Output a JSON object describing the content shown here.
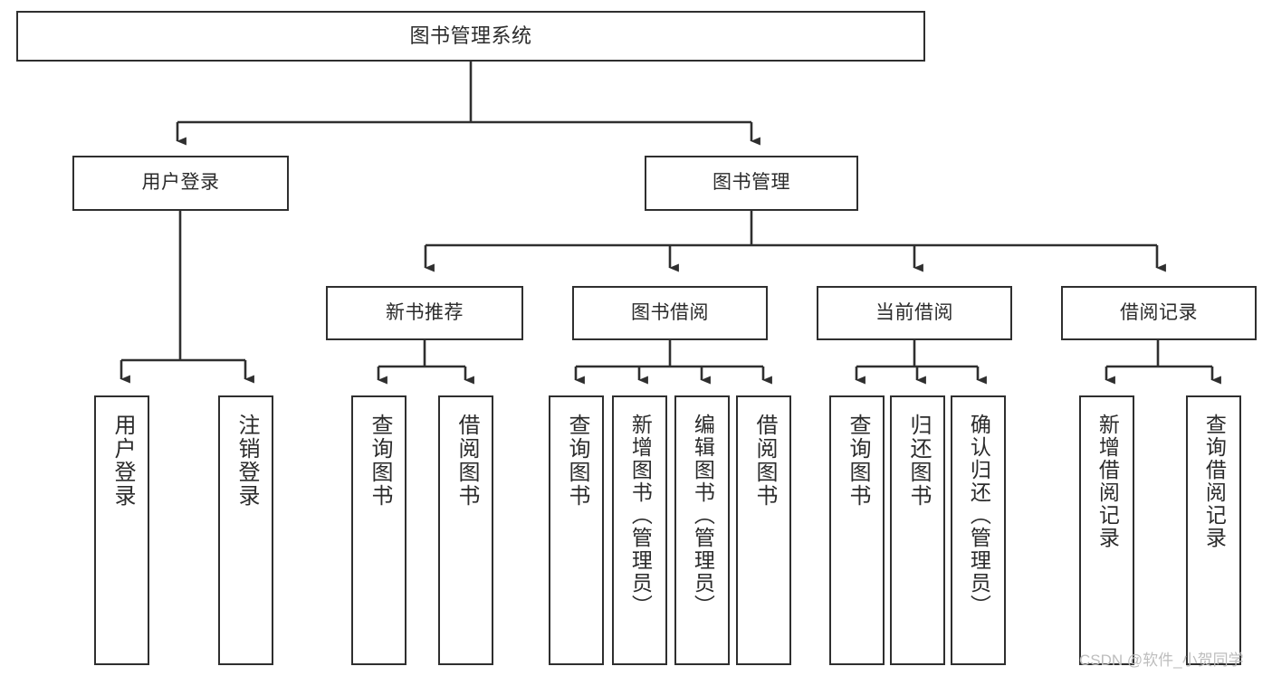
{
  "diagram": {
    "title": "图书管理系统",
    "type": "function-structure-tree",
    "root": {
      "label": "图书管理系统"
    },
    "level2": [
      {
        "label": "用户登录"
      },
      {
        "label": "图书管理"
      }
    ],
    "level3": [
      {
        "label": "新书推荐"
      },
      {
        "label": "图书借阅"
      },
      {
        "label": "当前借阅"
      },
      {
        "label": "借阅记录"
      }
    ],
    "leaves": {
      "user_login": [
        {
          "label": "用户登录"
        },
        {
          "label": "注销登录"
        }
      ],
      "new_book_recommend": [
        {
          "label": "查询图书"
        },
        {
          "label": "借阅图书"
        }
      ],
      "book_borrow": [
        {
          "label": "查询图书"
        },
        {
          "label": "新增图书（管理员）"
        },
        {
          "label": "编辑图书（管理员）"
        },
        {
          "label": "借阅图书"
        }
      ],
      "current_borrow": [
        {
          "label": "查询图书"
        },
        {
          "label": "归还图书"
        },
        {
          "label": "确认归还（管理员）"
        }
      ],
      "borrow_record": [
        {
          "label": "新增借阅记录"
        },
        {
          "label": "查询借阅记录"
        }
      ]
    }
  },
  "watermark": {
    "text": "CSDN @软件_小贺同学"
  },
  "colors": {
    "box_border": "#2f2f2f",
    "box_fill": "#ffffff",
    "text": "#2b2b2b",
    "connector": "#2f2f2f",
    "watermark": "#bdbdbd",
    "background": "#ffffff"
  }
}
